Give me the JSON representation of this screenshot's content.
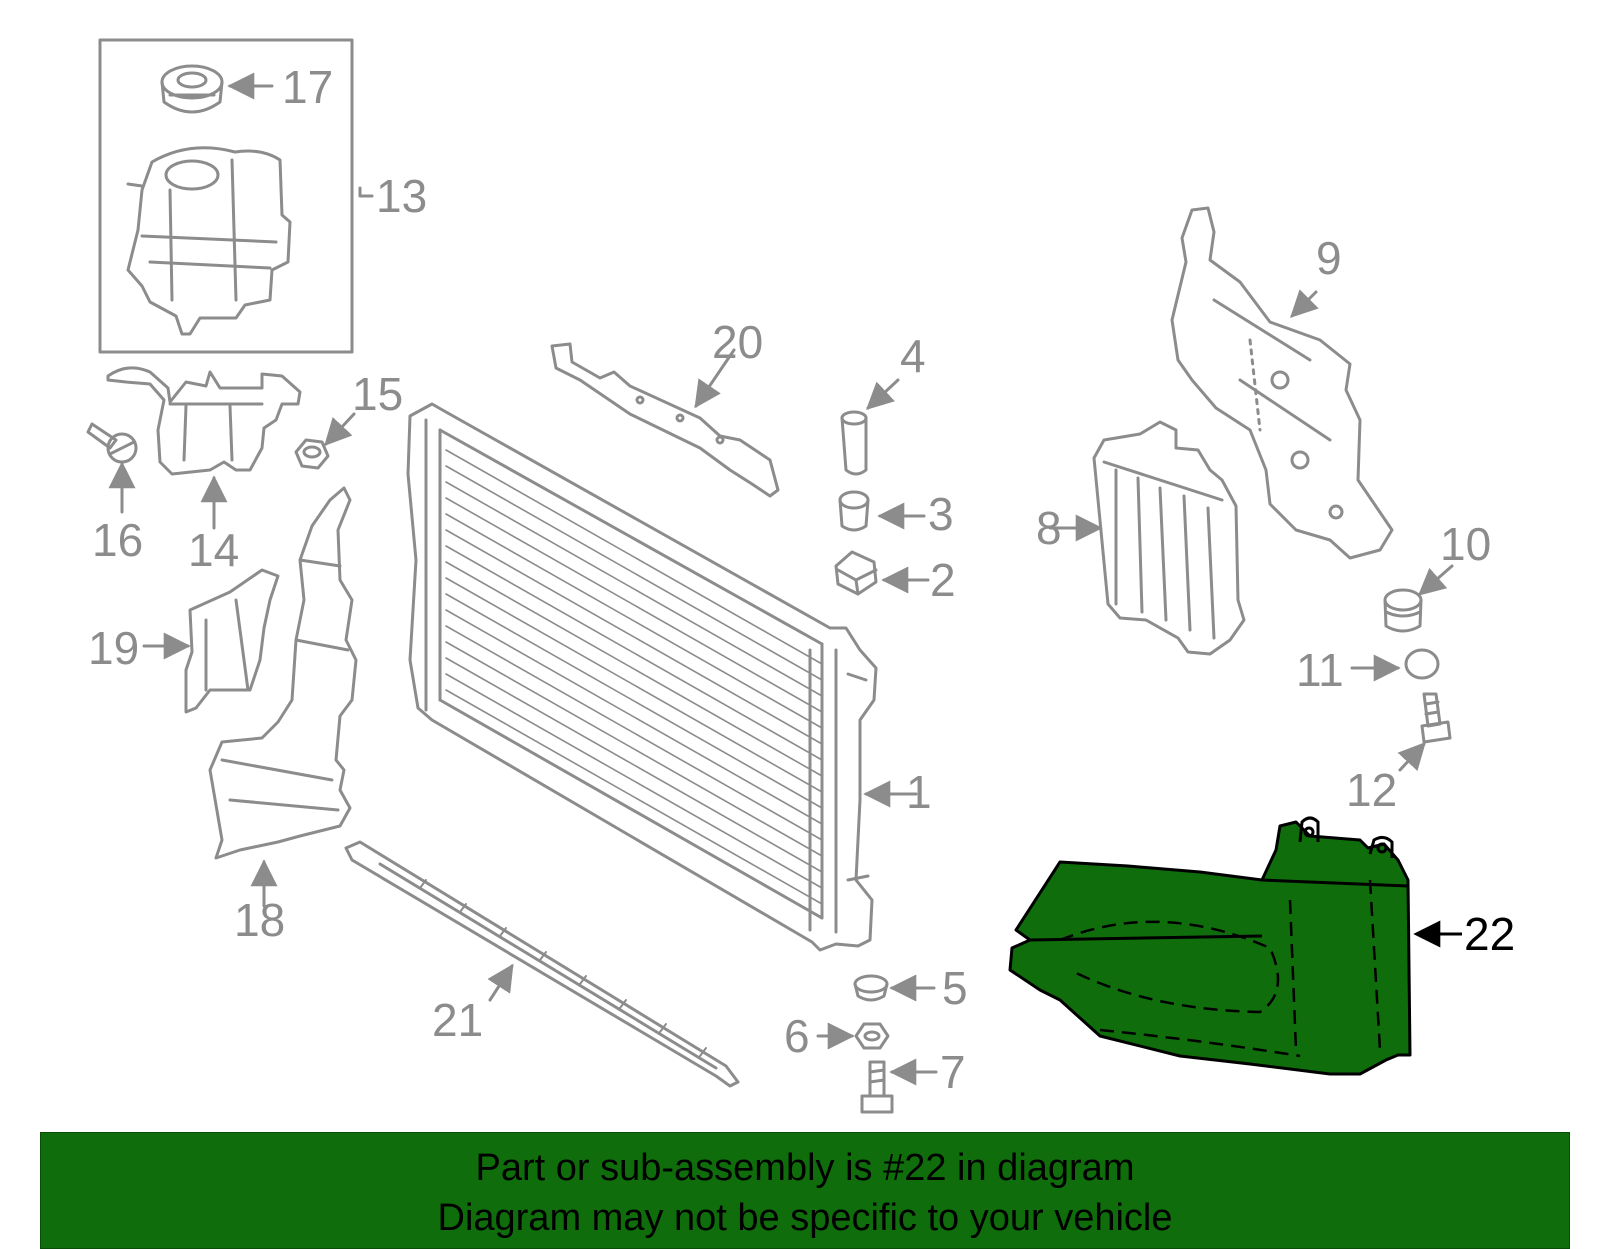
{
  "colors": {
    "line": "#8c8c8c",
    "highlight": "#0f6e0b",
    "ink": "#000000"
  },
  "callouts": {
    "c1": "1",
    "c2": "2",
    "c3": "3",
    "c4": "4",
    "c5": "5",
    "c6": "6",
    "c7": "7",
    "c8": "8",
    "c9": "9",
    "c10": "10",
    "c11": "11",
    "c12": "12",
    "c13": "13",
    "c14": "14",
    "c15": "15",
    "c16": "16",
    "c17": "17",
    "c18": "18",
    "c19": "19",
    "c20": "20",
    "c21": "21",
    "c22": "22"
  },
  "highlighted_part": "22",
  "banner": {
    "line1": "Part or sub-assembly is #22 in diagram",
    "line2": "Diagram may not be specific to your vehicle"
  }
}
